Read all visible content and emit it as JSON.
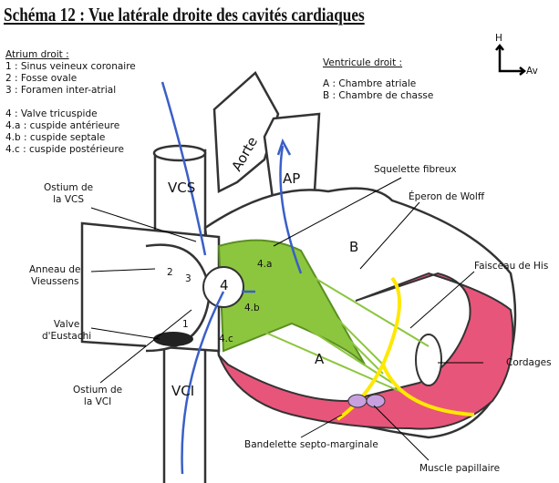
{
  "title": "Schéma 12 : Vue latérale droite des cavités cardiaques",
  "atrium": {
    "heading": "Atrium droit :",
    "items": [
      "1 : Sinus veineux coronaire",
      "2 : Fosse ovale",
      "3 : Foramen inter-atrial",
      "4 : Valve tricuspide",
      "4.a : cuspide antérieure",
      "4.b : cuspide septale",
      "4.c : cuspide postérieure"
    ]
  },
  "ventricule": {
    "heading": "Ventricule droit :",
    "items": [
      "A : Chambre atriale",
      "B : Chambre de chasse"
    ]
  },
  "orientation": {
    "up": "H",
    "right": "Av"
  },
  "annotations": {
    "ostium_vcs": "Ostium de\nla VCS",
    "anneau": "Anneau de\nVieussens",
    "valve_eustachi": "Valve\nd'Eustachi",
    "ostium_vci": "Ostium de\nla VCI",
    "squelette": "Squelette fibreux",
    "eperon": "Éperon de Wolff",
    "faisceau": "Faisceau de His",
    "cordages": "Cordages",
    "bandelette": "Bandelette septo-marginale",
    "muscle": "Muscle papillaire"
  },
  "structures": {
    "vcs": "VCS",
    "vci": "VCI",
    "aorte": "Aorte",
    "ap": "AP",
    "a": "A",
    "b": "B",
    "n1": "1",
    "n2": "2",
    "n3": "3",
    "n4": "4",
    "n4a": "4.a",
    "n4b": "4.b",
    "n4c": "4.c"
  },
  "colors": {
    "outline": "#333333",
    "green": "#8cc63f",
    "red": "#e8557a",
    "yellow": "#ffe800",
    "blue": "#3a5fc8"
  }
}
